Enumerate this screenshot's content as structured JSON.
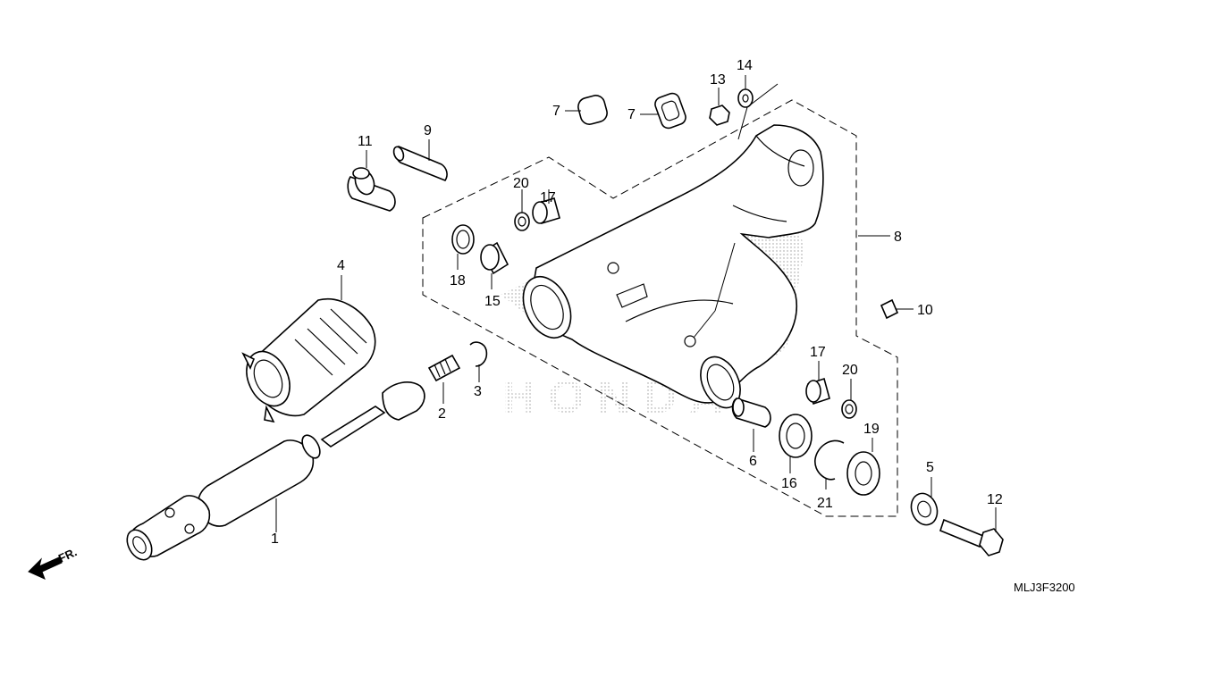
{
  "diagram": {
    "code": "MLJ3F3200",
    "direction_label": "FR.",
    "watermark": "HONDA",
    "labels": [
      {
        "id": "1",
        "text": "1"
      },
      {
        "id": "2",
        "text": "2"
      },
      {
        "id": "3",
        "text": "3"
      },
      {
        "id": "4",
        "text": "4"
      },
      {
        "id": "5",
        "text": "5"
      },
      {
        "id": "6",
        "text": "6"
      },
      {
        "id": "7a",
        "text": "7"
      },
      {
        "id": "7b",
        "text": "7"
      },
      {
        "id": "8",
        "text": "8"
      },
      {
        "id": "9",
        "text": "9"
      },
      {
        "id": "10",
        "text": "10"
      },
      {
        "id": "11",
        "text": "11"
      },
      {
        "id": "12",
        "text": "12"
      },
      {
        "id": "13",
        "text": "13"
      },
      {
        "id": "14",
        "text": "14"
      },
      {
        "id": "15",
        "text": "15"
      },
      {
        "id": "16",
        "text": "16"
      },
      {
        "id": "17a",
        "text": "17"
      },
      {
        "id": "17b",
        "text": "17"
      },
      {
        "id": "18",
        "text": "18"
      },
      {
        "id": "19",
        "text": "19"
      },
      {
        "id": "20a",
        "text": "20"
      },
      {
        "id": "20b",
        "text": "20"
      },
      {
        "id": "21",
        "text": "21"
      }
    ]
  }
}
